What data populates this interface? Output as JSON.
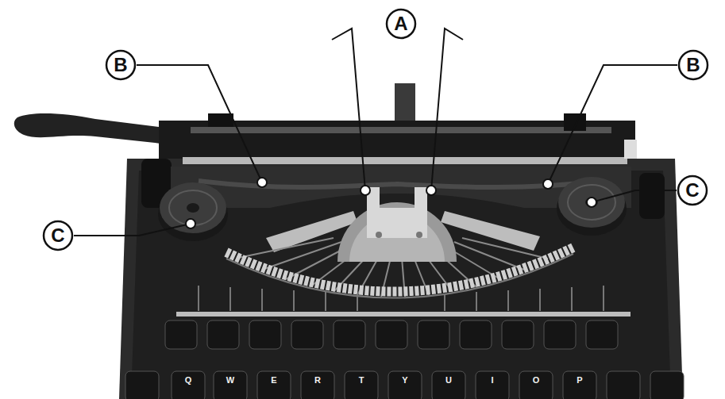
{
  "diagram": {
    "nodes": [
      {
        "text": [
          "A"
        ]
      },
      {
        "text": [
          "B"
        ]
      },
      {
        "text": [
          "B"
        ]
      },
      {
        "text": [
          "C"
        ]
      },
      {
        "text": [
          "C"
        ]
      }
    ],
    "labels": [
      "Q",
      "W",
      "E",
      "R",
      "T",
      "Y",
      "U",
      "I",
      "O",
      "P"
    ]
  }
}
